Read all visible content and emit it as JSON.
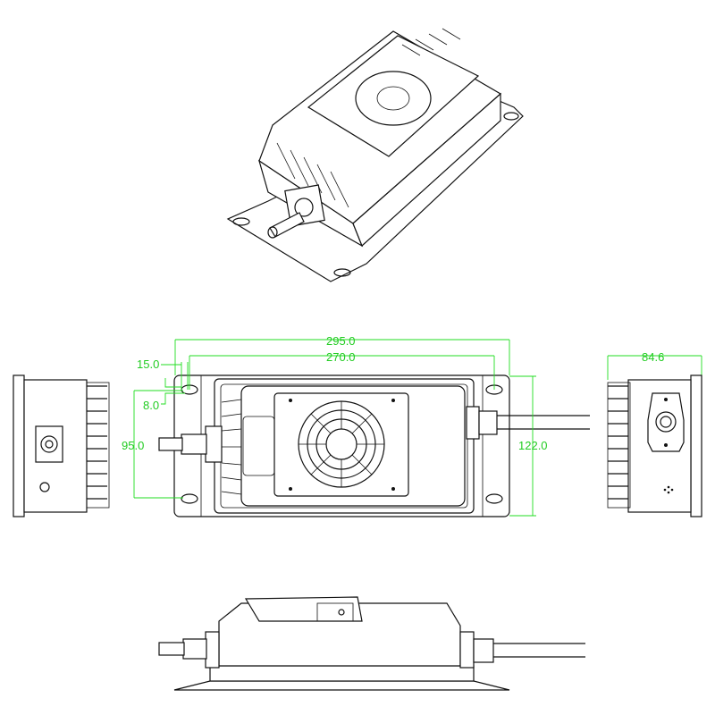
{
  "drawing": {
    "views": [
      "isometric",
      "top",
      "left-side",
      "right-side",
      "front"
    ],
    "dimension_color": "#22cc22",
    "line_color": "#111111",
    "dimensions": {
      "overall_length": "295.0",
      "hole_spacing_length": "270.0",
      "hole_offset": "15.0",
      "slot_width": "8.0",
      "hole_spacing_width": "95.0",
      "overall_width": "122.0",
      "height": "84.6"
    }
  }
}
